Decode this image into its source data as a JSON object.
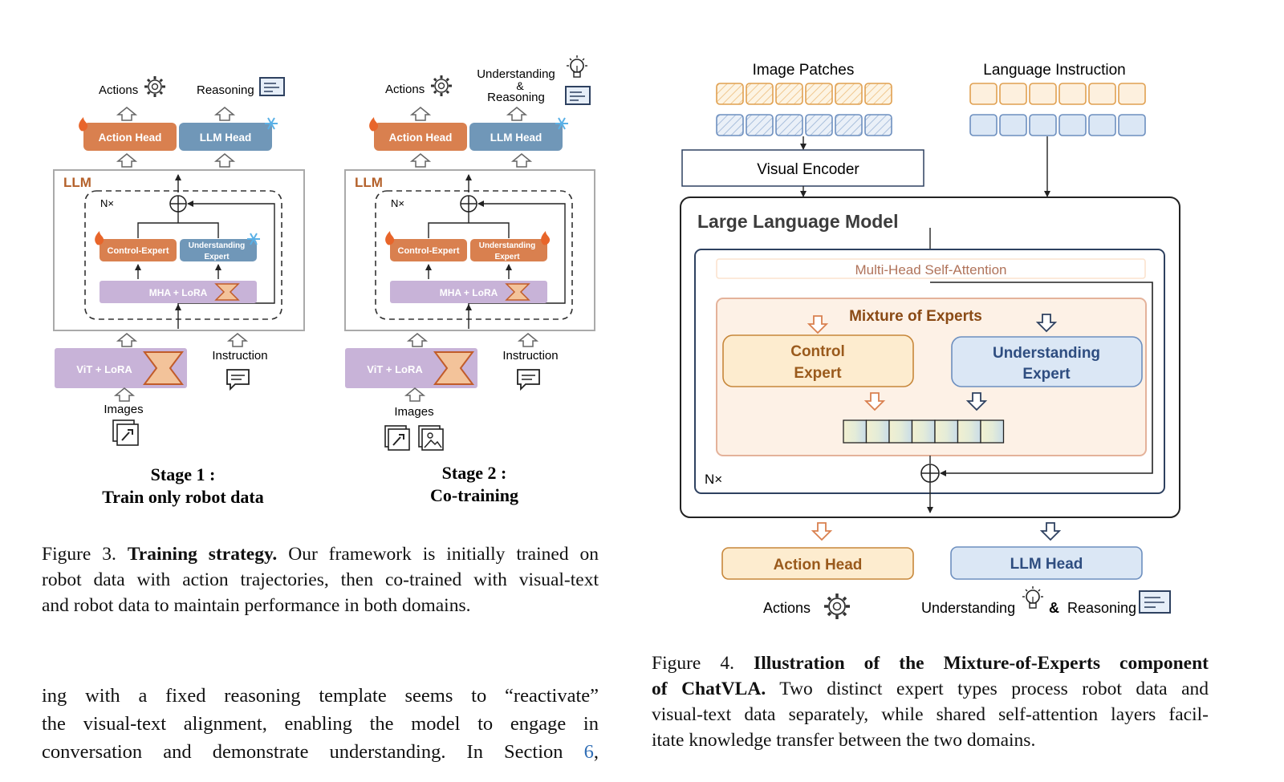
{
  "fig3": {
    "stage1": {
      "actions": "Actions",
      "reasoning": "Reasoning",
      "action_head": "Action Head",
      "llm_head": "LLM Head",
      "llm": "LLM",
      "nx": "N×",
      "control_expert": "Control-Expert",
      "understanding_expert_1": "Understanding",
      "understanding_expert_2": "Expert",
      "mha": "MHA + LoRA",
      "vit": "ViT + LoRA",
      "instruction": "Instruction",
      "images": "Images",
      "stage_title": "Stage 1 :",
      "stage_sub": "Train only robot data"
    },
    "stage2": {
      "actions": "Actions",
      "understanding": "Understanding",
      "amp": "&",
      "reasoning": "Reasoning",
      "action_head": "Action Head",
      "llm_head": "LLM Head",
      "llm": "LLM",
      "nx": "N×",
      "control_expert": "Control-Expert",
      "understanding_expert_1": "Understanding",
      "understanding_expert_2": "Expert",
      "mha": "MHA + LoRA",
      "vit": "ViT + LoRA",
      "instruction": "Instruction",
      "images": "Images",
      "stage_title": "Stage 2 :",
      "stage_sub": "Co-training"
    },
    "caption_label": "Figure 3.",
    "caption_bold": "Training strategy.",
    "caption_line1": "Our framework is initially trained on",
    "caption_line2": "robot data with action trajectories, then co-trained with visual-text",
    "caption_line3": "and robot data to maintain performance in both domains."
  },
  "fig4": {
    "image_patches": "Image Patches",
    "language_instruction": "Language Instruction",
    "visual_encoder": "Visual Encoder",
    "llm_title": "Large Language Model",
    "mhsa": "Multi-Head Self-Attention",
    "moe": "Mixture of Experts",
    "control_1": "Control",
    "control_2": "Expert",
    "understanding_1": "Understanding",
    "understanding_2": "Expert",
    "nx": "N×",
    "action_head": "Action Head",
    "llm_head": "LLM  Head",
    "actions": "Actions",
    "understanding": "Understanding",
    "amp": "&",
    "reasoning": "Reasoning",
    "caption_label": "Figure 4.",
    "caption_bold_1": "Illustration of the Mixture-of-Experts component",
    "caption_bold_2": "of ChatVLA.",
    "caption_line2": "Two distinct expert types process robot data and",
    "caption_line3": "visual-text data separately, while shared self-attention layers facil-",
    "caption_line4": "itate knowledge transfer between the two domains."
  },
  "body_text": {
    "line1": "ing with a fixed reasoning template seems to “reactivate”",
    "line2": "the visual-text alignment, enabling the model to engage in",
    "line3_pre": "conversation and demonstrate understanding. In Section",
    "line3_ref": "6",
    "line3_post": ","
  },
  "colors": {
    "orange_head": "#d9804f",
    "blue_head": "#7097b8",
    "purple": "#c8b3d8",
    "orange_light": "#fdf0de",
    "orange_border": "#c7873a",
    "blue_light": "#dbe7f5",
    "blue_border": "#6d8fbf",
    "dark_navy": "#2e4160",
    "link_blue": "#2f6db5"
  }
}
